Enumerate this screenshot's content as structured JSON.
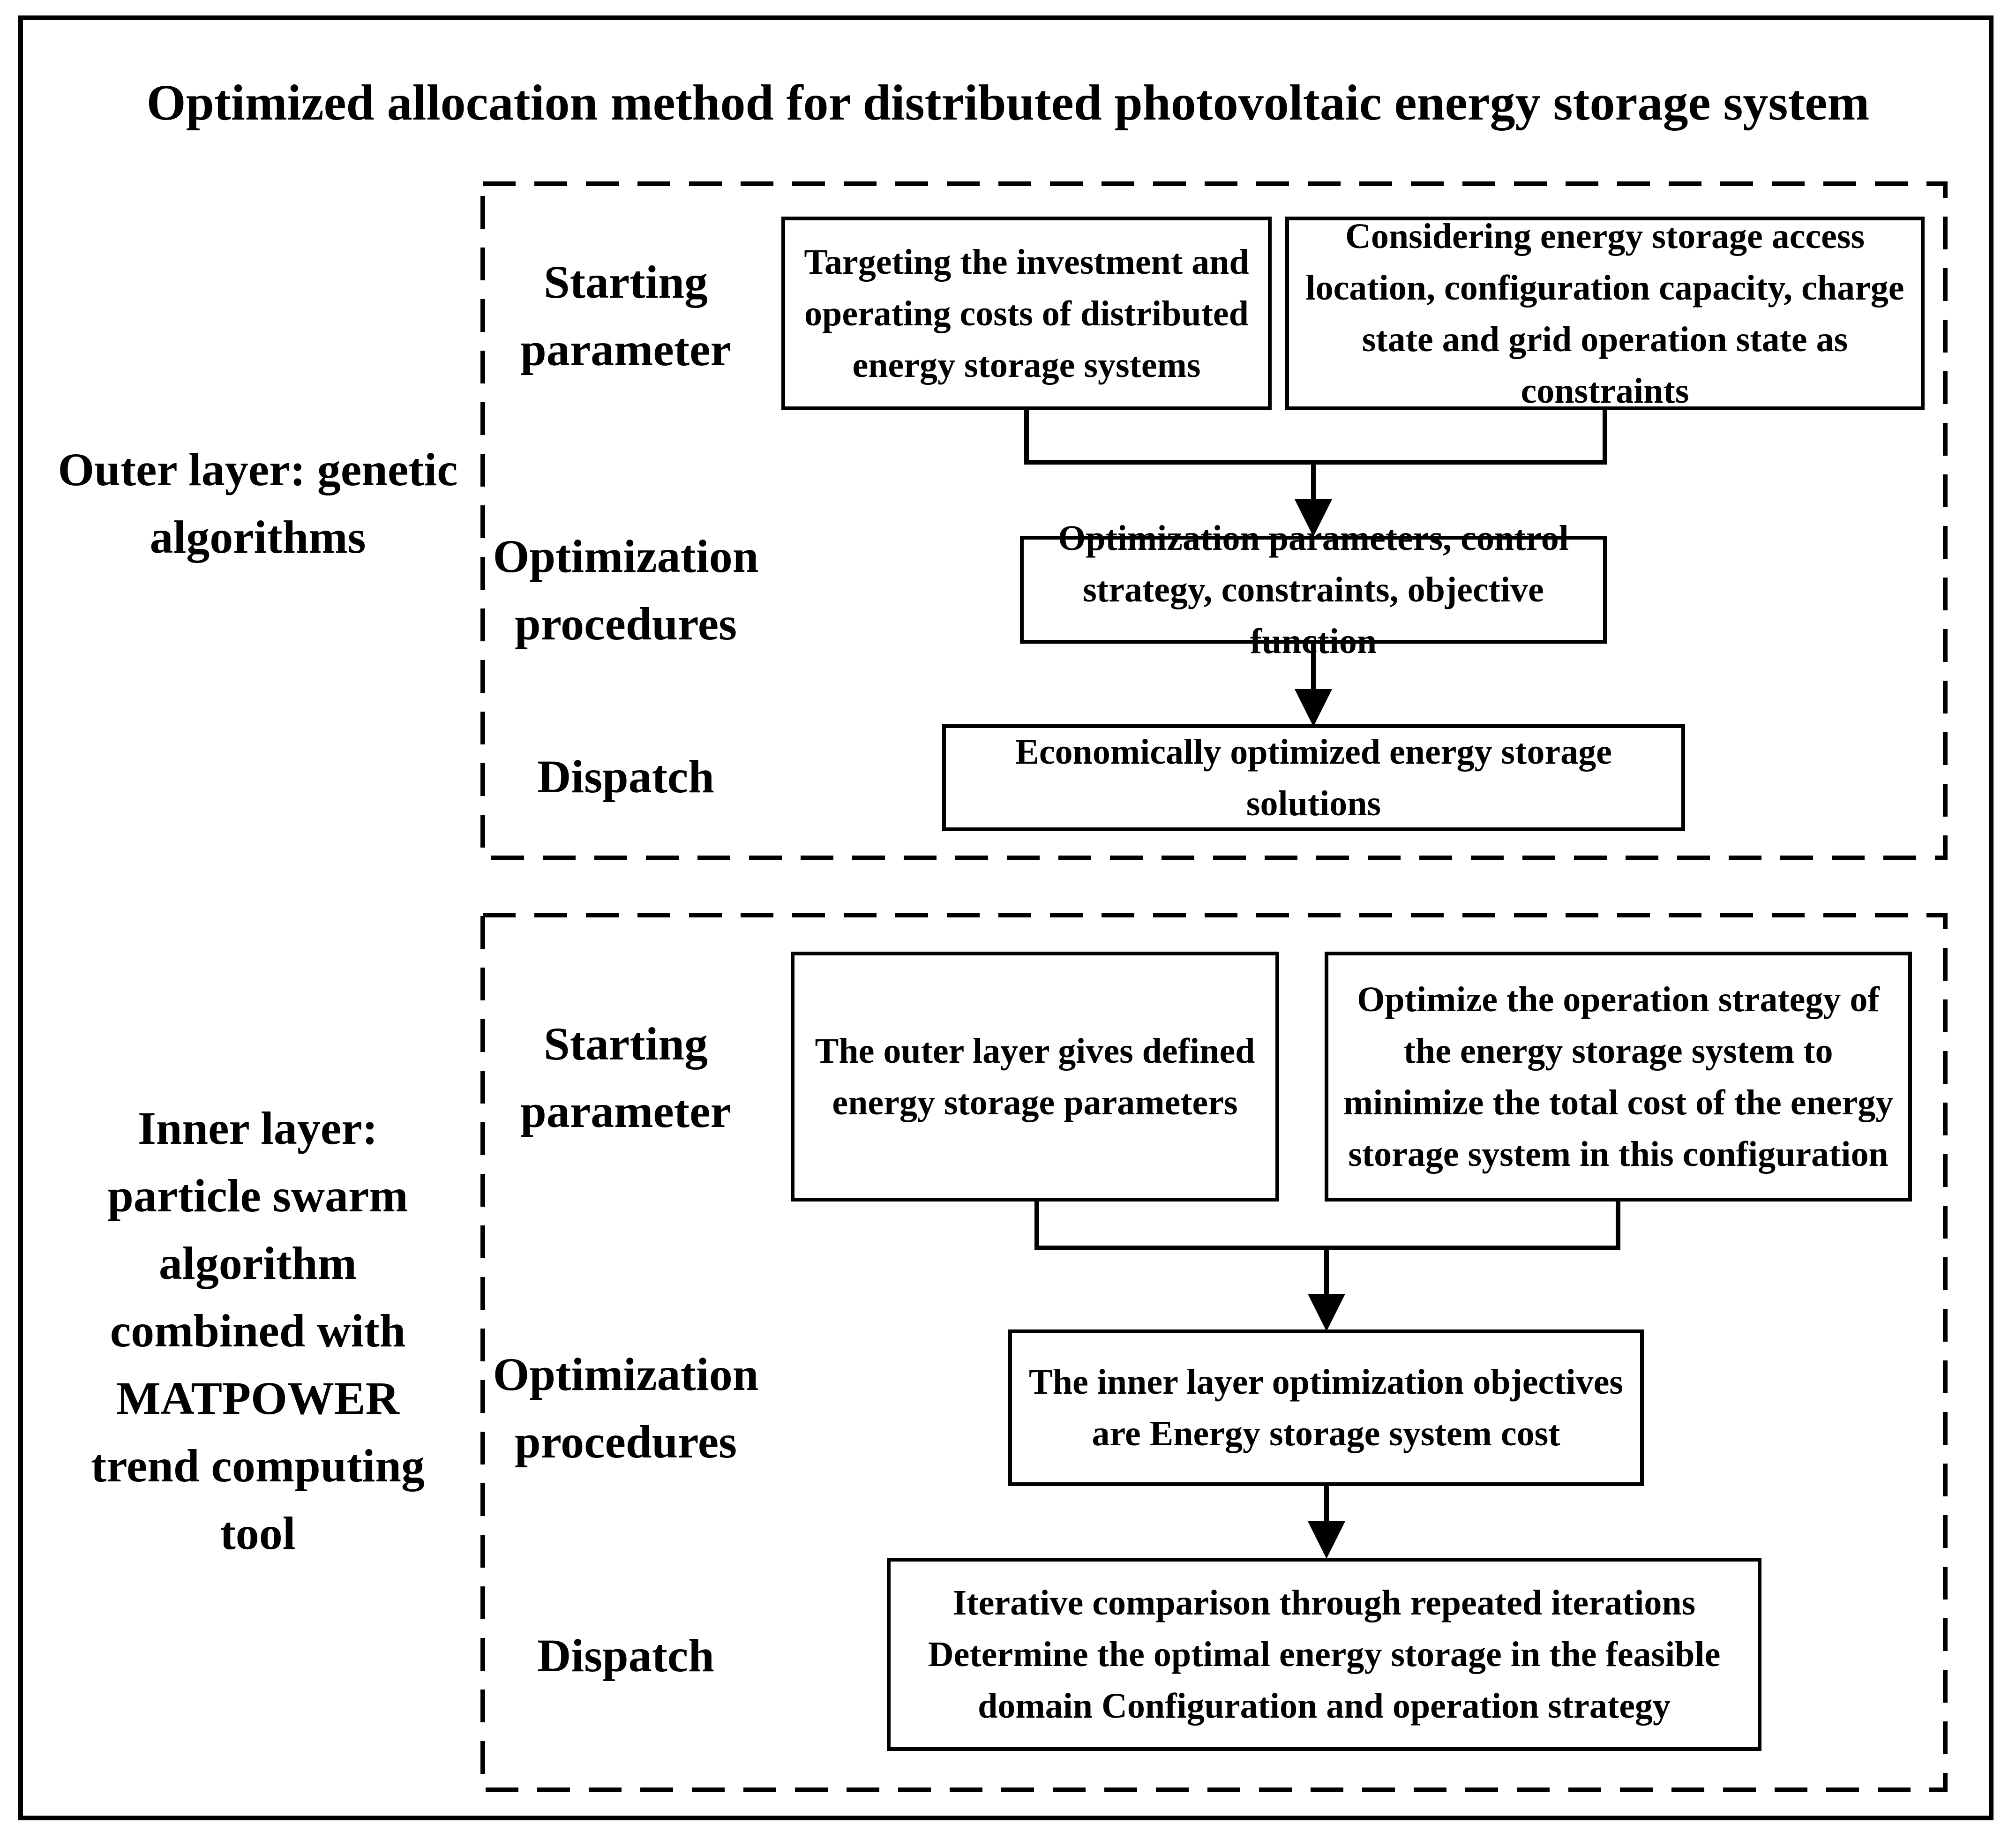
{
  "title": "Optimized allocation method for distributed photovoltaic energy storage system",
  "outer_layer": {
    "label": "Outer layer: genetic algorithms",
    "rows": {
      "starting": "Starting parameter",
      "optimization": "Optimization procedures",
      "dispatch": "Dispatch"
    },
    "nodes": {
      "objective": "Targeting the investment and operating costs of distributed energy storage systems",
      "constraints": "Considering energy storage access location, configuration capacity, charge state and grid operation state as constraints",
      "optimization": "Optimization parameters, control strategy, constraints, objective function",
      "dispatch": "Economically optimized energy storage solutions"
    }
  },
  "inner_layer": {
    "label": "Inner layer: particle swarm algorithm combined with MATPOWER trend computing tool",
    "rows": {
      "starting": "Starting parameter",
      "optimization": "Optimization procedures",
      "dispatch": "Dispatch"
    },
    "nodes": {
      "given_params": "The outer layer gives defined energy storage parameters",
      "strategy": "Optimize the operation strategy of the energy storage system to minimize the total cost of the energy storage system in this configuration",
      "objective": "The inner layer optimization objectives are Energy storage system cost",
      "dispatch": "Iterative comparison through repeated iterations Determine the optimal energy storage in the feasible domain Configuration and operation strategy"
    }
  }
}
